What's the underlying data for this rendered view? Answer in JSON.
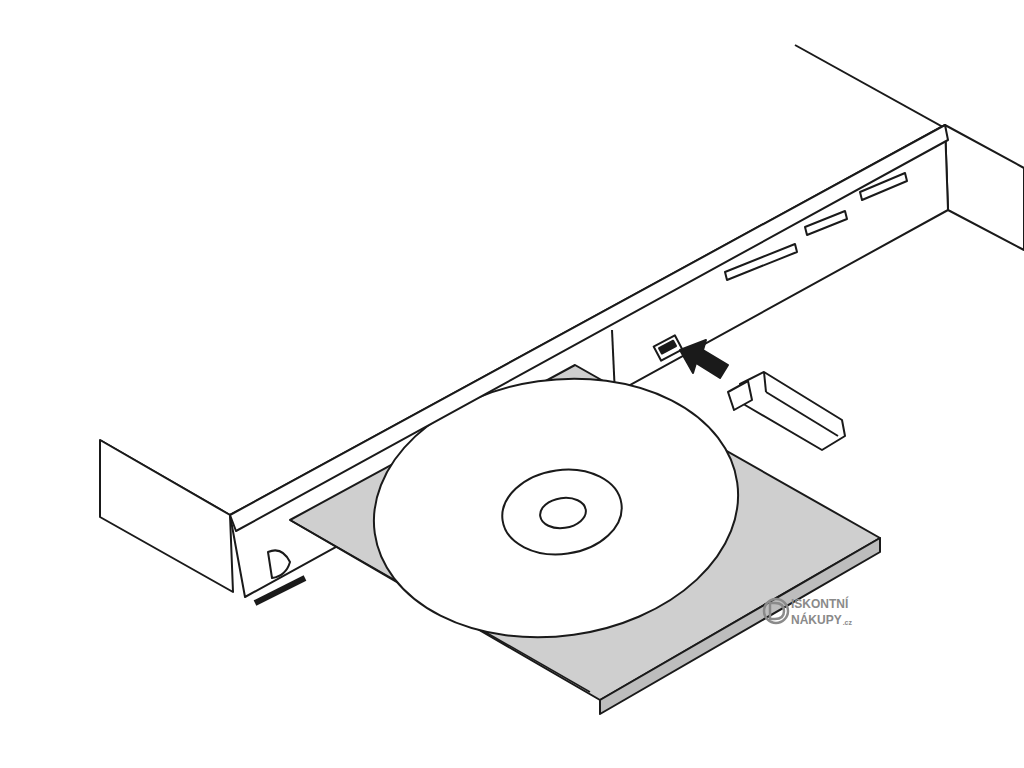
{
  "diagram": {
    "labels": [
      "ISKONTNÍ",
      "NÁKUPY",
      ".cz"
    ]
  }
}
